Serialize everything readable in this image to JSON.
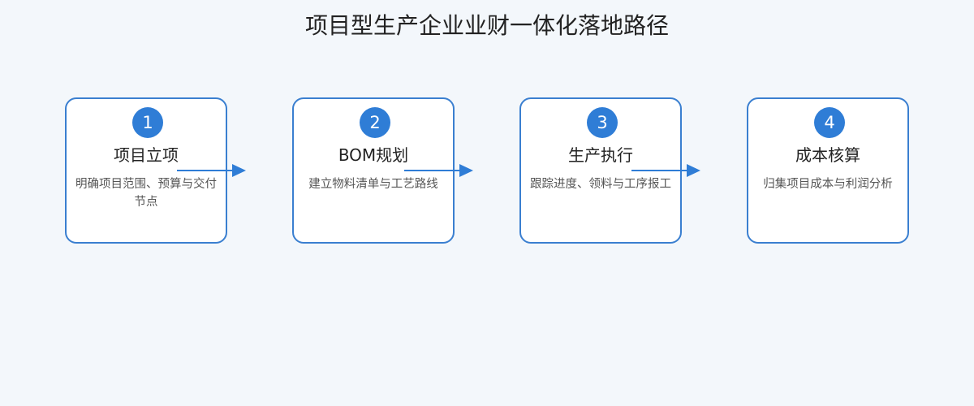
{
  "title": "项目型生产企业业财一体化落地路径",
  "colors": {
    "accent": "#2f7dd6",
    "border": "#3a7fd0",
    "background": "#f3f7fb"
  },
  "steps": [
    {
      "number": "1",
      "title": "项目立项",
      "description": "明确项目范围、预算与交付节点"
    },
    {
      "number": "2",
      "title": "BOM规划",
      "description": "建立物料清单与工艺路线"
    },
    {
      "number": "3",
      "title": "生产执行",
      "description": "跟踪进度、领料与工序报工"
    },
    {
      "number": "4",
      "title": "成本核算",
      "description": "归集项目成本与利润分析"
    }
  ]
}
